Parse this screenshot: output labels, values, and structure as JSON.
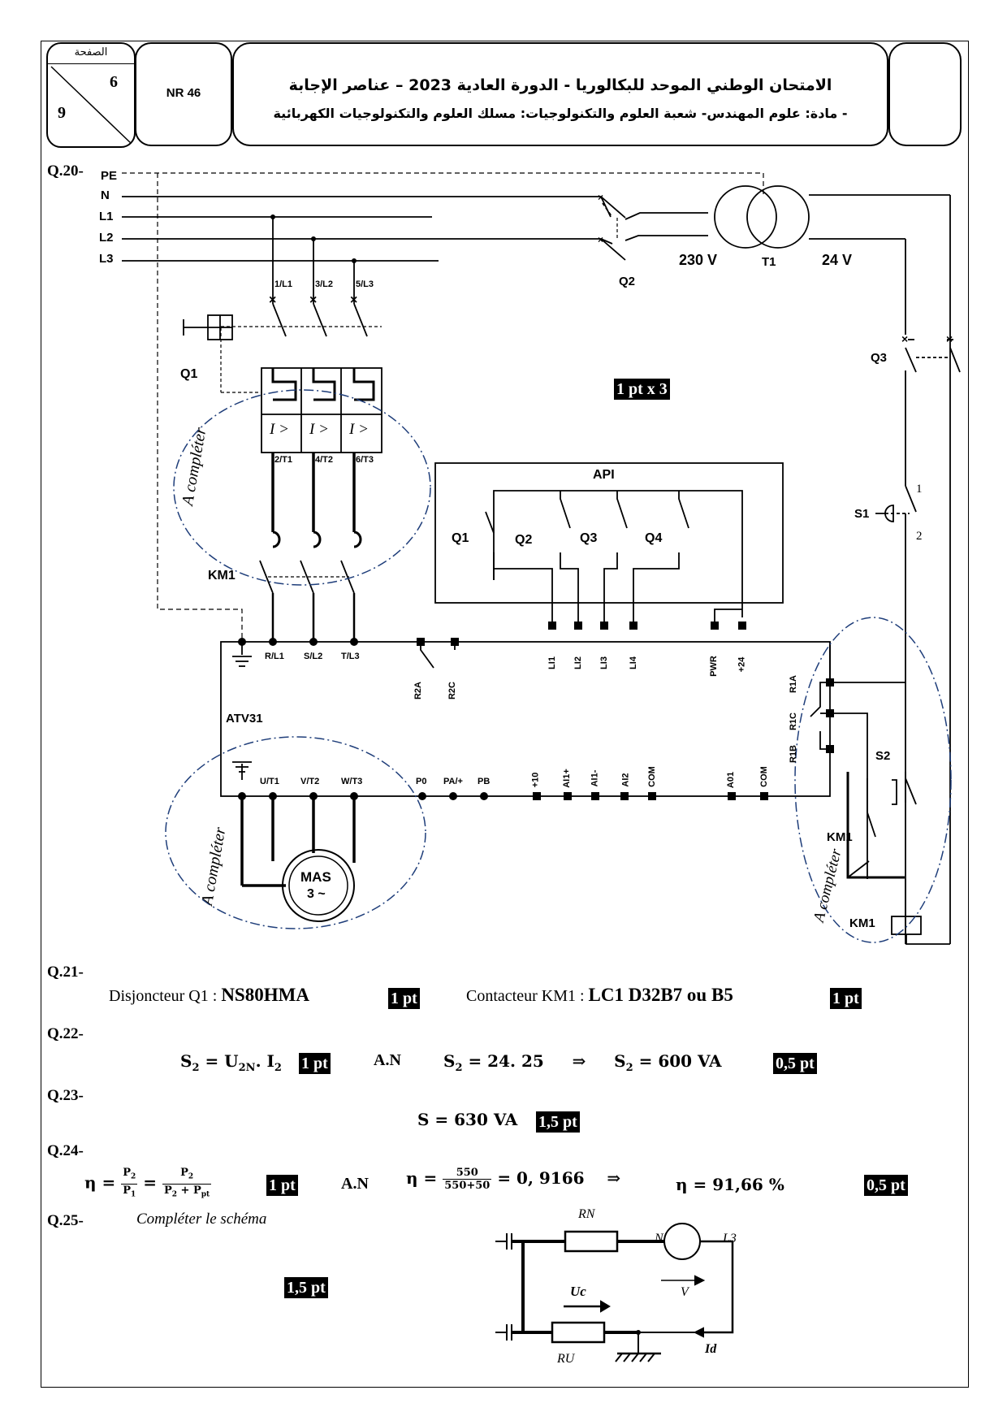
{
  "header": {
    "page_label": "الصفحة",
    "page_num": "6",
    "page_total": "9",
    "code": "NR 46",
    "title_line1": "الامتحان الوطني الموحد للبكالوريا - الدورة العادية 2023 – عناصر الإجابة",
    "title_line2": "- مادة: علوم المهندس- شعبة العلوم والتكنولوجيات: مسلك العلوم والتكنولوجيات الكهربائية"
  },
  "q20": {
    "label": "Q.20-",
    "points": "1 pt x 3",
    "lines": [
      "PE",
      "N",
      "L1",
      "L2",
      "L3"
    ],
    "q2": "Q2",
    "t1": "T1",
    "v230": "230 V",
    "v24": "24 V",
    "q1": "Q1",
    "q3": "Q3",
    "km1": "KM1",
    "s1": "S1",
    "s2": "S2",
    "km1_contact": "KM1",
    "km1_coil": "KM1",
    "poles_top": [
      "1/L1",
      "3/L2",
      "5/L3"
    ],
    "poles_bottom": [
      "2/T1",
      "4/T2",
      "6/T3"
    ],
    "trip": "I >",
    "api": "API",
    "api_inputs": [
      "Q1",
      "Q2",
      "Q3",
      "Q4"
    ],
    "atv": "ATV31",
    "atv_top_terms": [
      "R/L1",
      "S/L2",
      "T/L3",
      "R2A",
      "R2C",
      "LI1",
      "LI2",
      "LI3",
      "LI4",
      "PWR",
      "+24",
      "R1A",
      "R1C",
      "R1B"
    ],
    "atv_bottom_terms": [
      "U/T1",
      "V/T2",
      "W/T3",
      "P0",
      "PA/+",
      "PB",
      "+10",
      "AI1+",
      "AI1-",
      "AI2",
      "COM",
      "A01",
      "COM"
    ],
    "motor_line1": "MAS",
    "motor_line2": "3 ~",
    "a_completer": "A compléter",
    "s1_pin1": "1",
    "s1_pin2": "2"
  },
  "q21": {
    "label": "Q.21-",
    "q1_text": "Disjoncteur Q1 : ",
    "q1_value": "NS80HMA",
    "q1_points": "1 pt",
    "km1_text": "Contacteur KM1 : ",
    "km1_value": "LC1 D32B7 ou B5",
    "km1_points": "1 pt"
  },
  "q22": {
    "label": "Q.22-",
    "formula_points": "1 pt",
    "an": "A.N",
    "result_points": "0,5 pt"
  },
  "q23": {
    "label": "Q.23-",
    "formula": "S = 630 VA",
    "points": "1,5 pt"
  },
  "q24": {
    "label": "Q.24-",
    "formula_points": "1 pt",
    "an": "A.N",
    "result": "η = 91,66 %",
    "result_points": "0,5 pt"
  },
  "q25": {
    "label": "Q.25-",
    "instruction": "Compléter le schéma",
    "points": "1,5 pt",
    "rn": "RN",
    "ru": "RU",
    "n": "N",
    "l3": "L3",
    "uc": "Uc",
    "v": "V",
    "id": "Id"
  }
}
